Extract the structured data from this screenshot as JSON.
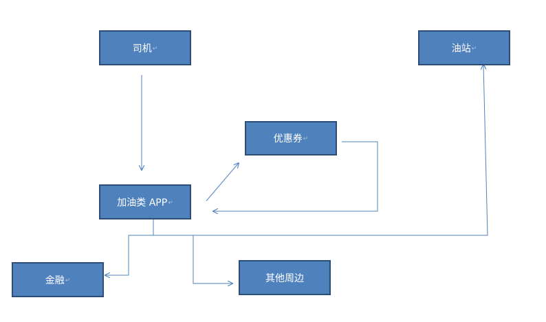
{
  "colors": {
    "node_fill": "#4f81bd",
    "node_border": "#2c4d75",
    "connector": "#4f81bd",
    "node_text": "#ffffff"
  },
  "nodes": {
    "driver": {
      "label": "司机",
      "mark": "↵"
    },
    "station": {
      "label": "油站",
      "mark": "↵"
    },
    "coupon": {
      "label": "优惠券",
      "mark": "↵"
    },
    "app": {
      "label": "加油类 APP",
      "mark": "↵"
    },
    "finance": {
      "label": "金融",
      "mark": "↵"
    },
    "other": {
      "label": "其他周边",
      "mark": ""
    }
  }
}
